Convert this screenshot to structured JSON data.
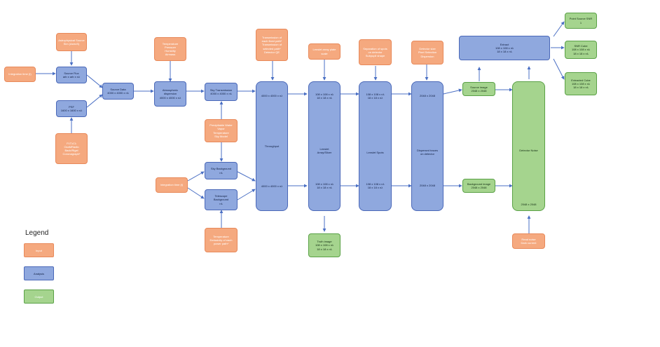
{
  "boxes": {
    "integration_time_1": "Integration time (t)",
    "astrophysical_source": "Astrophysical Source\nSim (AstroS)",
    "source_flux": "Source Flux\narb x arb x nλ",
    "psf": "PSF\n1600 x 1600 x nλ",
    "psf_inputs": "FλTλCλ\nOcaMRadio\nBack/Rigel\nCoronagraph*",
    "source_data": "Source Data\n4000 x 4000 x nλ",
    "temperature_pressure": "Temperature\nPressure\nHumidity\nAirmass",
    "atmospheric_dispersion": "Atmospheric\ndispersion\n4000 x 4000 x nλ",
    "sky_transmission": "Sky Transmission\n4000 x 4000 x nλ",
    "precipitable_water": "Precipitable Water\nVapor\nTemperature\nSky Model",
    "sky_background": "Sky Background\nnλ",
    "integration_time_2": "Integration time (t)",
    "telescope_background": "Telescope\nBackground\nnλ",
    "temperature_emissivity": "Temperature\nEmissivity of each\npower path*",
    "transmission_inputs": "Transmission of\neach fixed path*\nTransmission of\nselected path*\nDetector QE",
    "throughput": "Throughput",
    "throughput_top": "4000 x 4000 x nλ",
    "throughput_bottom": "4000 x 4000 x nλ",
    "lenslet_plate_scale": "Lenslet array plate\nscale",
    "lenslet_array": "Lenslet\nArray/Slicer",
    "lenslet_top": "108 x 108 x nλ\n18 x 18 x nλ",
    "lenslet_bottom": "108 x 108 x nλ\n18 x 18 x nλ",
    "truth_image": "Truth image\n108 x 108 x nλ\n18 x 18 x nλ",
    "separation_spots": "Separation of spots\non detector\nSubpupil shape",
    "lenslet_spots": "Lenslet Spots",
    "spots_top": "108 x 108 x nλ\n18 x 18 x nλ",
    "spots_bottom": "108 x 108 x nλ\n18 x 18 x nλ",
    "detector_size": "Detector size\nPixel Selection\nDispersion",
    "dispersed_traces": "Dispersed traces\non detector",
    "dispersed_top": "2048 x 2048",
    "dispersed_bottom": "2048 x 2048",
    "extract": "Extract\n108 x 108 x nλ\n18 x 18 x nλ",
    "source_image": "Source image\n2048 x 2048",
    "background_image": "Background image\n2048 x 2048",
    "detector_noise": "Detector Noise",
    "detector_bottom": "2048 x 2048",
    "read_noise": "Read noise\nDark current",
    "point_source_snr": "Point Source SNR\n1",
    "snr_cube": "SNR Cube\n108 x 108 x nλ\n18 x 18 x nλ",
    "extracted_cube": "Extracted Cube\n108 x 108 x nλ\n18 x 18 x nλ"
  },
  "legend": {
    "title": "Legend",
    "input": "Input",
    "analysis": "Analysis",
    "output": "Output"
  },
  "colors": {
    "input": "#f5a97f",
    "analysis": "#8fa8de",
    "output": "#a5d48e",
    "arrow": "#4a6fc4"
  }
}
